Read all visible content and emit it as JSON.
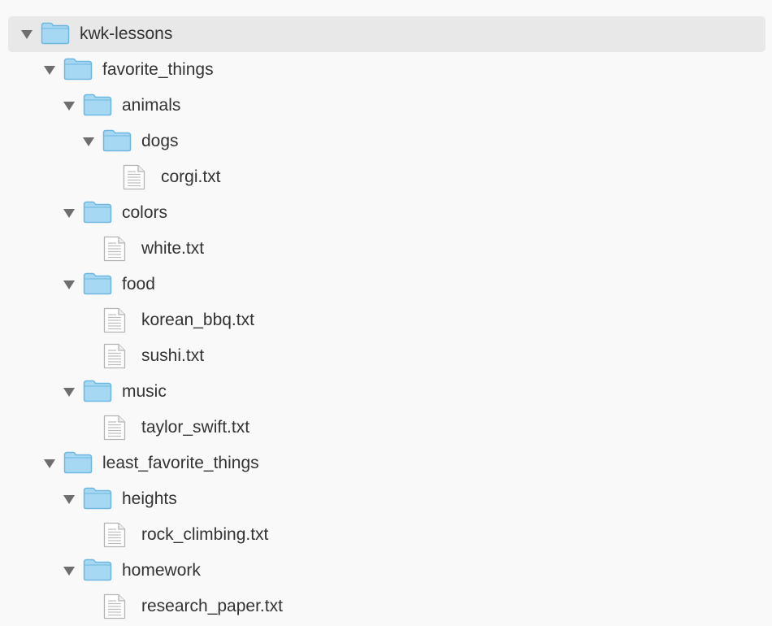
{
  "tree": {
    "root": {
      "label": "kwk-lessons",
      "icon": "folder-icon",
      "expanded": true,
      "selected": true
    },
    "favorite_things": {
      "label": "favorite_things",
      "icon": "folder-icon",
      "expanded": true
    },
    "animals": {
      "label": "animals",
      "icon": "folder-icon",
      "expanded": true
    },
    "dogs": {
      "label": "dogs",
      "icon": "folder-icon",
      "expanded": true
    },
    "corgi": {
      "label": "corgi.txt",
      "icon": "text-file-icon"
    },
    "colors": {
      "label": "colors",
      "icon": "folder-icon",
      "expanded": true
    },
    "white": {
      "label": "white.txt",
      "icon": "text-file-icon"
    },
    "food": {
      "label": "food",
      "icon": "folder-icon",
      "expanded": true
    },
    "korean_bbq": {
      "label": "korean_bbq.txt",
      "icon": "text-file-icon"
    },
    "sushi": {
      "label": "sushi.txt",
      "icon": "text-file-icon"
    },
    "music": {
      "label": "music",
      "icon": "folder-icon",
      "expanded": true
    },
    "taylor_swift": {
      "label": "taylor_swift.txt",
      "icon": "text-file-icon"
    },
    "least_favorite_things": {
      "label": "least_favorite_things",
      "icon": "folder-icon",
      "expanded": true
    },
    "heights": {
      "label": "heights",
      "icon": "folder-icon",
      "expanded": true
    },
    "rock_climbing": {
      "label": "rock_climbing.txt",
      "icon": "text-file-icon"
    },
    "homework": {
      "label": "homework",
      "icon": "folder-icon",
      "expanded": true
    },
    "research_paper": {
      "label": "research_paper.txt",
      "icon": "text-file-icon"
    }
  },
  "colors": {
    "folder_fill": "#a7d8f3",
    "folder_stroke": "#6cb8e0",
    "selection_bg": "#e8e8e8",
    "arrow": "#6e6e6e",
    "text": "#333333"
  }
}
